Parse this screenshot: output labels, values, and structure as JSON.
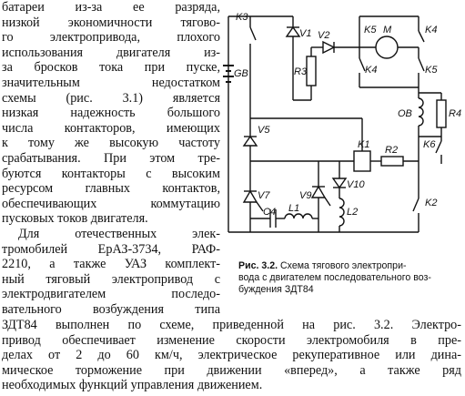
{
  "left_column_lines": [
    "батареи из-за ее разряда,",
    "низкой экономичности тягово-",
    "го электропривода, плохого",
    "использования двигателя из-",
    "за бросков тока при пуске,",
    "значительным недостатком",
    "схемы (рис. 3.1) является",
    "низкая надежность большого",
    "числа контакторов, имеющих",
    "к тому же высокую частоту",
    "срабатывания. При этом тре-",
    "буются контакторы с высоким",
    "ресурсом главных контактов,",
    "обеспечивающих коммутацию",
    "пусковых токов двигателя.",
    "Для отечественных элек-",
    "тромобилей ЕрАЗ-3734, РАФ-",
    "2210, а также УАЗ комплект-",
    "ный тяговый электропривод с",
    "электродвигателем последо-",
    "вательного возбуждения типа"
  ],
  "full_width_lines": [
    "ЗДТ84 выполнен по схеме, приведенной на рис. 3.2. Электро-",
    "привод обеспечивает изменение скорости электромобиля в пре-",
    "делах от 2 до 60 км/ч, электрическое рекуперативное или дина-",
    "мическое торможение при движении «вперед», а также ряд",
    "необходимых функций управления движением."
  ],
  "caption": {
    "label": "Рис. 3.2.",
    "line1_rest": "Схема тягового электропри-",
    "line2": "вода с двигателем последовательного воз-",
    "line3": "буждения ЗДТ84"
  },
  "circuit_labels": {
    "k3": "K3",
    "v1": "V1",
    "v2": "V2",
    "k5a": "K5",
    "m": "M",
    "k4a": "K4",
    "gb": "GB",
    "r3": "R3",
    "k4b": "K4",
    "k5b": "K5",
    "v5": "V5",
    "ov": "ОВ",
    "r4": "R4",
    "k6": "K6",
    "k1": "K1",
    "r2": "R2",
    "v7": "V7",
    "v9": "V9",
    "v10": "V10",
    "k2": "K2",
    "c4": "C4",
    "l1": "L1",
    "l2": "L2"
  }
}
